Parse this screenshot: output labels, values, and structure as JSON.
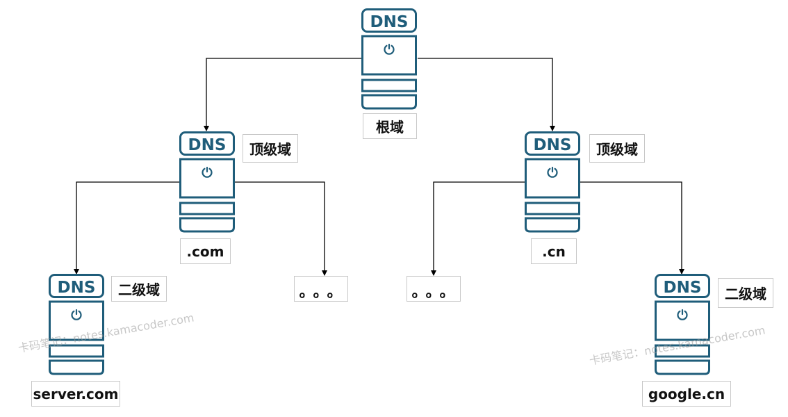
{
  "colors": {
    "server_stroke": "#1f5d7a",
    "edge": "#000000"
  },
  "servers": [
    {
      "id": "root",
      "badge": "DNS",
      "label": "根域"
    },
    {
      "id": "tld-com",
      "badge": "DNS",
      "level": "顶级域",
      "label": ".com"
    },
    {
      "id": "tld-cn",
      "badge": "DNS",
      "level": "顶级域",
      "label": ".cn"
    },
    {
      "id": "sld-server",
      "badge": "DNS",
      "level": "二级域",
      "label": "server.com"
    },
    {
      "id": "sld-google",
      "badge": "DNS",
      "level": "二级域",
      "label": "google.cn"
    }
  ],
  "ellipsis": [
    "。。。",
    "。。。"
  ],
  "watermarks": [
    "卡码笔记：notes.kamacoder.com",
    "卡码笔记：notes.kamacoder.com"
  ],
  "icons": {
    "power": "power-icon"
  }
}
